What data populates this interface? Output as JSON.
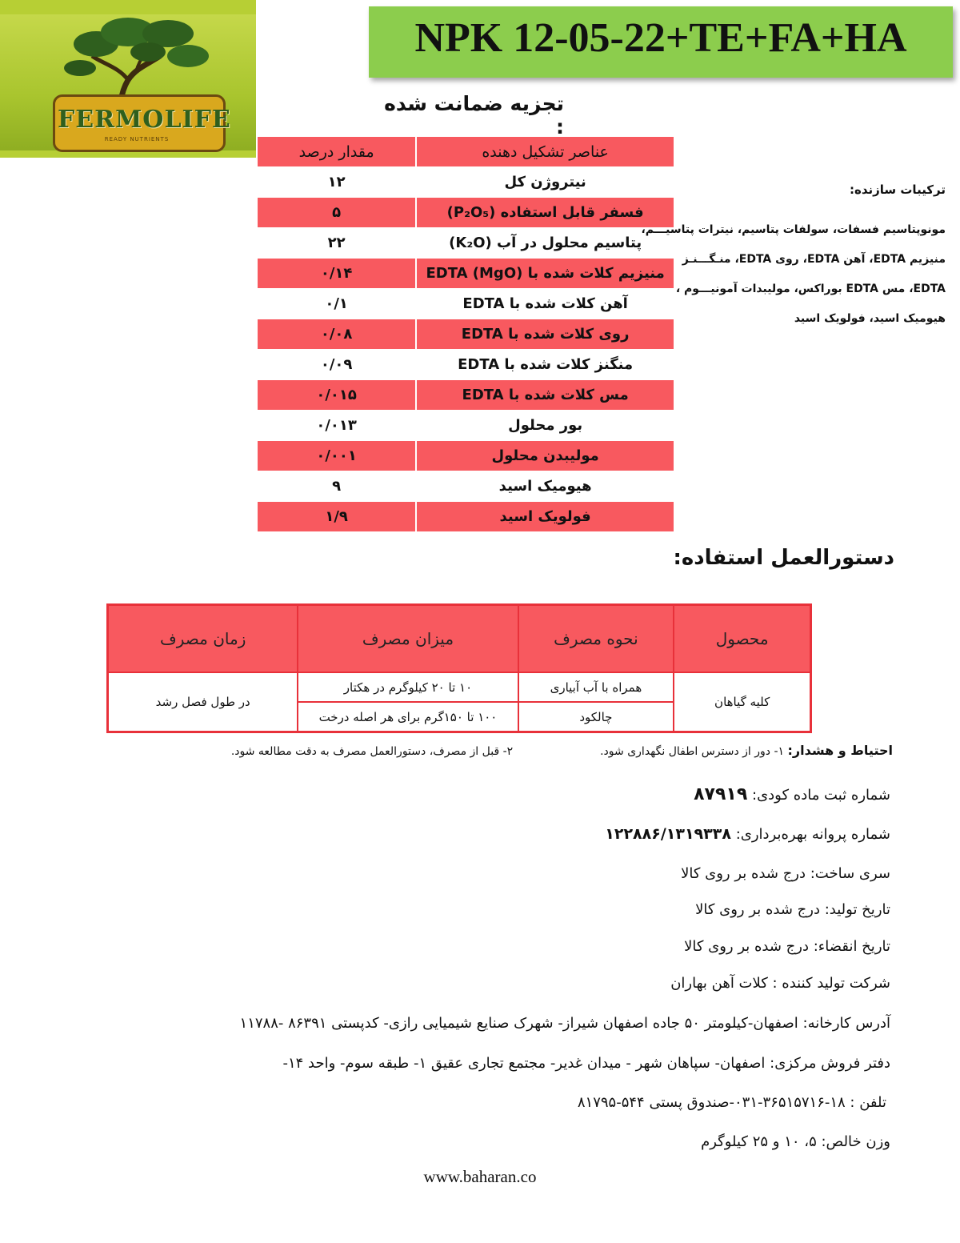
{
  "logo": {
    "brand": "FERMOLIFE",
    "subtitle": "READY NUTRIENTS"
  },
  "title": "NPK 12-05-22+TE+FA+HA",
  "analysis": {
    "heading": "تجزیه ضمانت شده :",
    "headers": {
      "element": "عناصر تشکیل دهنده",
      "amount": "مقدار درصد"
    },
    "rows": [
      {
        "element": "نیتروژن کل",
        "amount": "۱۲"
      },
      {
        "element": "فسفر قابل استفاده (P₂O₅)",
        "amount": "۵"
      },
      {
        "element": "پتاسیم محلول در آب (K₂O)",
        "amount": "۲۲"
      },
      {
        "element": "منیزیم کلات شده با (MgO) EDTA",
        "amount": "۰/۱۴"
      },
      {
        "element": "آهن کلات شده با EDTA",
        "amount": "۰/۱"
      },
      {
        "element": "روی کلات شده با EDTA",
        "amount": "۰/۰۸"
      },
      {
        "element": "منگنز کلات شده با EDTA",
        "amount": "۰/۰۹"
      },
      {
        "element": "مس کلات شده با EDTA",
        "amount": "۰/۰۱۵"
      },
      {
        "element": "بور محلول",
        "amount": "۰/۰۱۳"
      },
      {
        "element": "مولیبدن محلول",
        "amount": "۰/۰۰۱"
      },
      {
        "element": "هیومیک اسید",
        "amount": "۹"
      },
      {
        "element": "فولویک اسید",
        "amount": "۱/۹"
      }
    ]
  },
  "composition": {
    "title": "ترکیبات سازنده:",
    "lines": [
      "مونوپتاسیم فسفات، سولفات پتاسیم، نیترات پتاسیـــم،",
      "منیزیم EDTA، آهن EDTA، روی EDTA، منـگـــنـز",
      "EDTA، مس EDTA بوراکس، مولیبدات آمونیـــوم ،",
      "هیومیک اسید، فولویک اسید"
    ]
  },
  "usage": {
    "heading": "دستورالعمل استفاده:",
    "headers": {
      "crop": "محصول",
      "method": "نحوه مصرف",
      "dose": "میزان مصرف",
      "time": "زمان مصرف"
    },
    "crop": "کلیه گیاهان",
    "time": "در طول فصل رشد",
    "rows": [
      {
        "method": "همراه با آب آبیاری",
        "dose": "۱۰ تا ۲۰ کیلوگرم در هکتار"
      },
      {
        "method": "چالکود",
        "dose": "۱۰۰ تا ۱۵۰گرم برای هر اصله درخت"
      }
    ]
  },
  "caution": {
    "label": "احتیاط و هشدار:",
    "item1": "۱- دور از دسترس اطفال نگهداری شود.",
    "item2": "۲- قبل از مصرف، دستورالعمل مصرف به دقت مطالعه شود."
  },
  "info": {
    "registration_label": "شماره ثبت ماده کودی:",
    "registration_value": "۸۷۹۱۹",
    "license_label": "شماره پروانه بهره‌برداری:",
    "license_value": "۱۲۲۸۸۶/۱۳۱۹۳۳۸",
    "batch": "سری ساخت: درج شده بر روی کالا",
    "production_date": "تاریخ تولید: درج شده بر روی کالا",
    "expiry_date": "تاریخ انقضاء: درج شده بر روی کالا",
    "manufacturer": "شرکت تولید کننده : کلات آهن بهاران",
    "factory_address": "آدرس کارخانه: اصفهان-کیلومتر ۵۰ جاده اصفهان شیراز- شهرک صنایع شیمیایی رازی- کدپستی  ۸۶۳۹۱ -۱۱۷۸۸",
    "office_address": "دفتر فروش مرکزی: اصفهان- سپاهان شهر - میدان غدیر- مجتمع تجاری عقیق ۱- طبقه سوم- واحد ۱۴-",
    "phone": "تلفن : ۱۸-۳۶۵۱۵۷۱۶-۰۳۱-صندوق پستی ۵۴۴-۸۱۷۹۵",
    "net_weight": "وزن خالص: ۵، ۱۰ و ۲۵ کیلوگرم"
  },
  "website": "www.baharan.co"
}
